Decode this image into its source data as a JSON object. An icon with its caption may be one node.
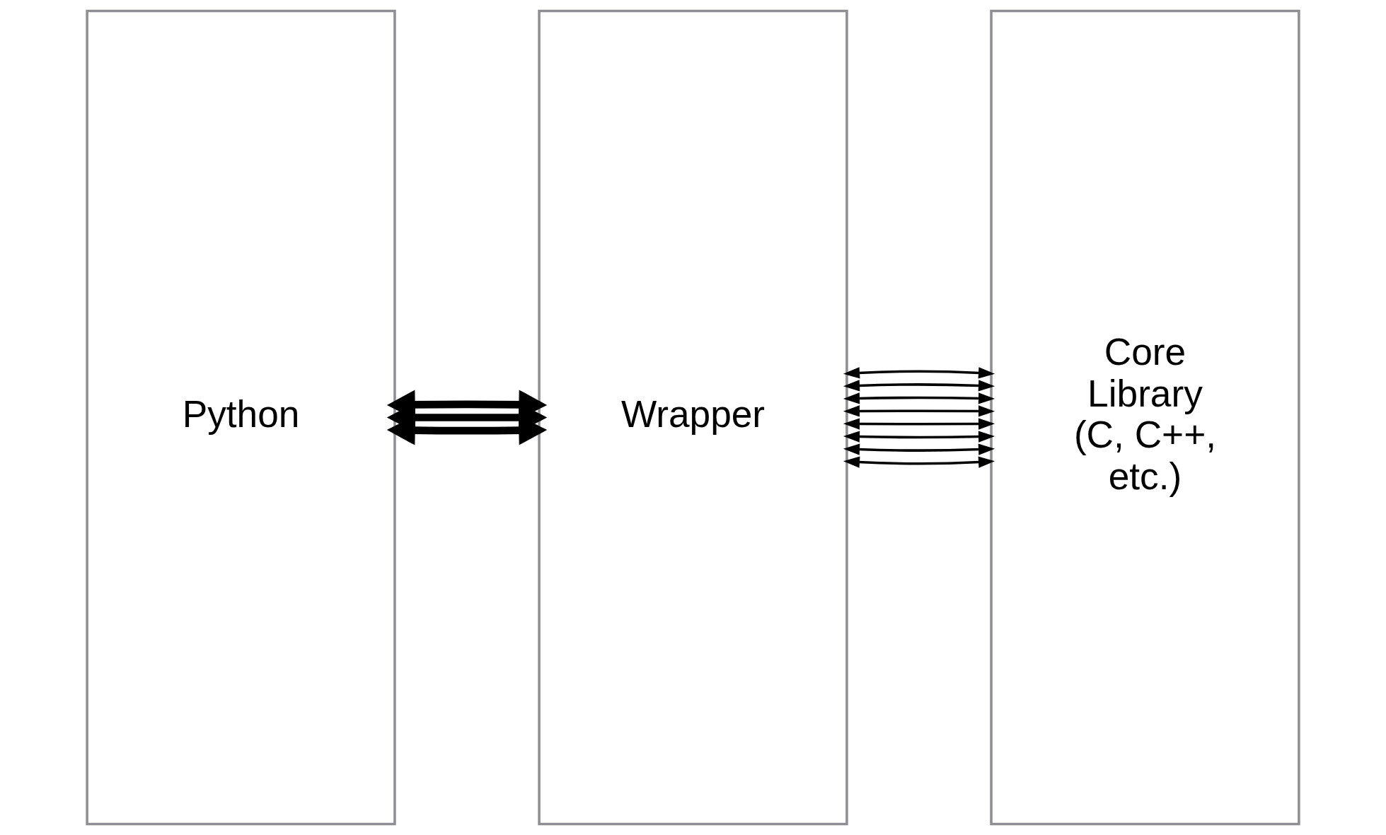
{
  "diagram": {
    "nodes": [
      {
        "text": [
          "Python"
        ]
      },
      {
        "text": [
          "Wrapper"
        ]
      },
      {
        "text": [
          "Core Library (C, C++, etc.)"
        ]
      }
    ],
    "edges": [
      {
        "from": 0,
        "to": 1,
        "arrow": "both",
        "style": "thick"
      },
      {
        "from": 0,
        "to": 1,
        "arrow": "both",
        "style": "thick"
      },
      {
        "from": 0,
        "to": 1,
        "arrow": "both",
        "style": "thick"
      },
      {
        "from": 1,
        "to": 2,
        "arrow": "both"
      },
      {
        "from": 1,
        "to": 2,
        "arrow": "both"
      },
      {
        "from": 1,
        "to": 2,
        "arrow": "both"
      },
      {
        "from": 1,
        "to": 2,
        "arrow": "both"
      },
      {
        "from": 1,
        "to": 2,
        "arrow": "both"
      },
      {
        "from": 1,
        "to": 2,
        "arrow": "both"
      },
      {
        "from": 1,
        "to": 2,
        "arrow": "both"
      },
      {
        "from": 1,
        "to": 2,
        "arrow": "both"
      }
    ]
  }
}
